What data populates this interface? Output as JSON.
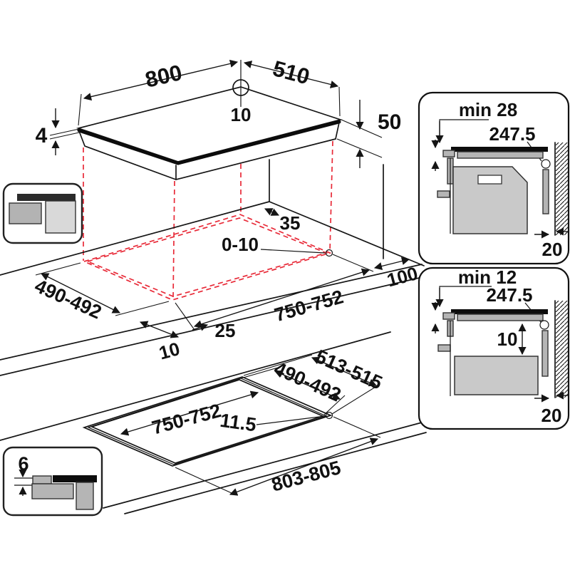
{
  "diagram_title": "Built-in hob installation dimensions diagram",
  "colors": {
    "line": "#151515",
    "projection_red": "#e82a38",
    "gray_mid": "#b5b5b5",
    "gray_light": "#c9c9c9",
    "black": "#0d0d0d"
  },
  "hob_view": {
    "width": "800",
    "depth": "510",
    "hole_offset": "10",
    "glass_thickness": "4",
    "body_height": "50"
  },
  "cutout_view": {
    "cut_width": "490-492",
    "edge_gap": "10",
    "front_gap": "25",
    "cut_length": "750-752",
    "back_gap": "35",
    "hole_range": "0-10",
    "side_gap": "100"
  },
  "flush_view": {
    "inner_length": "750-752",
    "outer_width": "513-515",
    "inner_width": "490-492",
    "step_width": "11.5",
    "outer_length": "803-805"
  },
  "icons": {
    "surface_mount": "surface-mount installation pictogram",
    "flush_mount_depth": "6"
  },
  "panel_top": {
    "clearance": "min 28",
    "cable_length": "247.5",
    "wall_gap": "20"
  },
  "panel_bottom": {
    "clearance": "min 12",
    "cable_length": "247.5",
    "shelf_gap": "10",
    "wall_gap": "20"
  }
}
